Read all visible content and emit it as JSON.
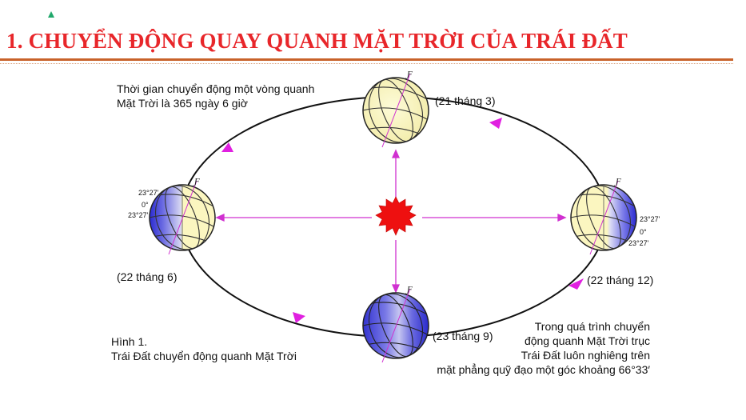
{
  "title": "1. CHUYỂN ĐỘNG QUAY QUANH MẶT TRỜI CỦA TRÁI ĐẤT",
  "colors": {
    "title": "#e8262a",
    "rule": "#c8622a",
    "arrow": "#e020e0",
    "sun": "#e81010",
    "globe_light": "#fbf6c0",
    "globe_dark": "#3a3ad8"
  },
  "period_note": {
    "line1": "Thời gian chuyển động một vòng quanh",
    "line2": "Mặt Trời là 365 ngày 6 giờ"
  },
  "positions": {
    "top": "(21 tháng 3)",
    "left": "(22 tháng 6)",
    "right": "(22 tháng 12)",
    "bottom": "(23 tháng 9)"
  },
  "latitudes": {
    "left_north": "23°27'",
    "left_equator": "0°",
    "left_south": "23°27'",
    "right_north": "23°27'",
    "right_equator": "0°",
    "right_south": "23°27'"
  },
  "figure_caption": {
    "line1": "Hình 1.",
    "line2": "Trái Đất chuyển động quanh Mặt Trời"
  },
  "axis_note": {
    "line1": "Trong quá trình chuyển",
    "line2": "động quanh Mặt Trời trục",
    "line3": "Trái Đất luôn nghiêng trên",
    "line4": "mặt phẳng quỹ đạo một góc khoảng 66°33′"
  },
  "icons": {
    "sun": "sun-icon",
    "globe": "globe-icon",
    "orbit_arrow": "orbit-arrow-icon"
  }
}
